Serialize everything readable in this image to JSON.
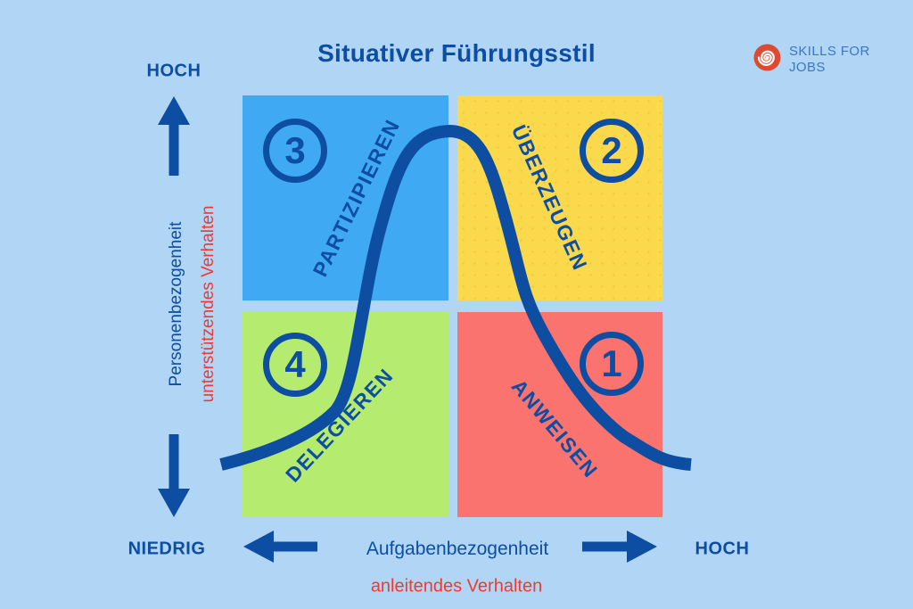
{
  "title": "Situativer Führungsstil",
  "logo": {
    "icon": "spiral-icon",
    "line1": "SKILLS FOR",
    "line2": "JOBS"
  },
  "colors": {
    "background": "#B0D5F5",
    "navy": "#0D4EA3",
    "quadrant_blue": "#3FA9F4",
    "quadrant_yellow": "#FBD94D",
    "quadrant_green": "#B5EC70",
    "quadrant_red": "#FA736E",
    "accent_red": "#EF3A33",
    "logo_red": "#DC4A31",
    "logo_text_blue": "#3D76C2"
  },
  "y_axis": {
    "top_label": "HOCH",
    "bottom_label": "NIEDRIG",
    "name": "Personenbezogenheit",
    "behavior": "unterstützendes Verhalten"
  },
  "x_axis": {
    "right_label": "HOCH",
    "name": "Aufgabenbezogenheit",
    "behavior": "anleitendes Verhalten"
  },
  "quadrants": [
    {
      "position": "top-left",
      "number": "3",
      "label": "PARTIZIPIEREN",
      "color": "#3FA9F4"
    },
    {
      "position": "top-right",
      "number": "2",
      "label": "ÜBERZEUGEN",
      "color": "#FBD94D"
    },
    {
      "position": "bottom-left",
      "number": "4",
      "label": "DELEGIEREN",
      "color": "#B5EC70"
    },
    {
      "position": "bottom-right",
      "number": "1",
      "label": "ANWEISEN",
      "color": "#FA736E"
    }
  ],
  "curve": {
    "type": "bell-curve",
    "description": "leadership style curve through quadrants 4-3-2-1"
  }
}
